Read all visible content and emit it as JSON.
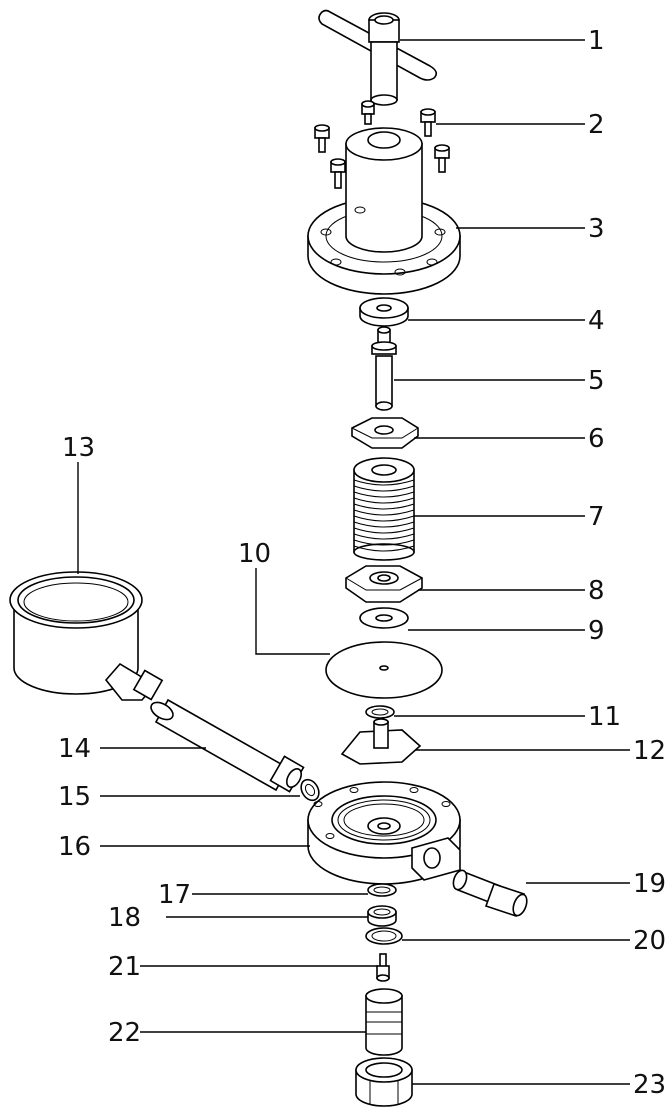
{
  "callouts": [
    {
      "num": "1"
    },
    {
      "num": "2"
    },
    {
      "num": "3"
    },
    {
      "num": "4"
    },
    {
      "num": "5"
    },
    {
      "num": "6"
    },
    {
      "num": "7"
    },
    {
      "num": "8"
    },
    {
      "num": "9"
    },
    {
      "num": "10"
    },
    {
      "num": "11"
    },
    {
      "num": "12"
    },
    {
      "num": "13"
    },
    {
      "num": "14"
    },
    {
      "num": "15"
    },
    {
      "num": "16"
    },
    {
      "num": "17"
    },
    {
      "num": "18"
    },
    {
      "num": "19"
    },
    {
      "num": "20"
    },
    {
      "num": "21"
    },
    {
      "num": "22"
    },
    {
      "num": "23"
    }
  ]
}
